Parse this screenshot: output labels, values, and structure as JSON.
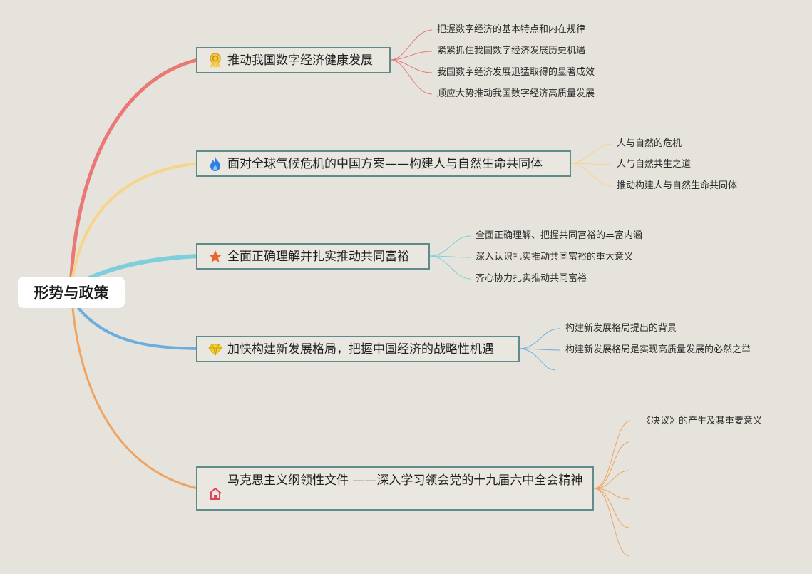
{
  "root": {
    "title": "形势与政策"
  },
  "branches": [
    {
      "title": "推动我国数字经济健康发展",
      "icon": "award-ribbon-icon",
      "color": "#e97876",
      "leaves": [
        "把握数字经济的基本特点和内在规律",
        "紧紧抓住我国数字经济发展历史机遇",
        "我国数字经济发展迅猛取得的显著成效",
        "顺应大势推动我国数字经济高质量发展"
      ]
    },
    {
      "title": "面对全球气候危机的中国方案——构建人与自然生命共同体",
      "icon": "flame-icon",
      "color": "#f6d488",
      "leaves": [
        "人与自然的危机",
        "人与自然共生之道",
        "推动构建人与自然生命共同体"
      ]
    },
    {
      "title": "全面正确理解并扎实推动共同富裕",
      "icon": "star-icon",
      "color": "#7ccfdb",
      "leaves": [
        "全面正确理解、把握共同富裕的丰富内涵",
        "深入认识扎实推动共同富裕的重大意义",
        "齐心协力扎实推动共同富裕"
      ]
    },
    {
      "title": "加快构建新发展格局，把握中国经济的战略性机遇",
      "icon": "diamond-icon",
      "color": "#6aaee0",
      "leaves": [
        "构建新发展格局提出的背景",
        "构建新发展格局是实现高质量发展的必然之举"
      ]
    },
    {
      "title": "马克思主义纲领性文件 ——深入学习领会党的十九届六中全会精神",
      "icon": "home-icon",
      "color": "#efa461",
      "leaves": [
        "《决议》的产生及其重要意义"
      ]
    }
  ]
}
